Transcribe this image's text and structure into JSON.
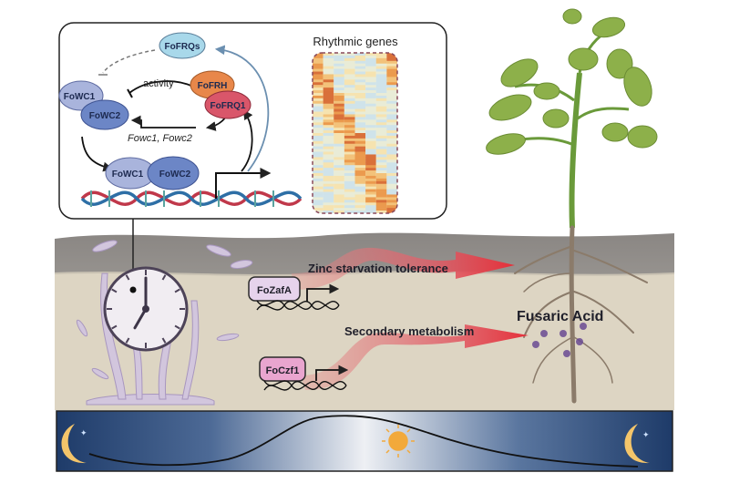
{
  "inset": {
    "proteins": {
      "frqs": "FoFRQs",
      "wc1_top": "FoWC1",
      "wc2_top": "FoWC2",
      "frh": "FoFRH",
      "frq1": "FoFRQ1",
      "wc1_dna": "FoWC1",
      "wc2_dna": "FoWC2"
    },
    "activity_label": "activity",
    "genes_label": "Fowc1, Fowc2",
    "heatmap_title": "Rhythmic genes"
  },
  "soil": {
    "zafA_label": "FoZafA",
    "czf1_label": "FoCzf1",
    "zinc_label": "Zinc starvation tolerance",
    "secondary_label": "Secondary metabolism",
    "fusaric_label": "Fusaric Acid"
  },
  "clock": {
    "hour": 7,
    "minute": 0
  },
  "daynight": {
    "left_icon": "moon-icon",
    "center_icon": "sun-icon",
    "right_icon": "moon-icon"
  },
  "colors": {
    "frqs": "#a8d8ea",
    "frh": "#e8874a",
    "frq1": "#d9566a",
    "wc1": "#a9b4dc",
    "wc2": "#6c86c6",
    "zafA": "#e6d3ec",
    "czf1": "#e9a5cf",
    "arrow": "#e23a44",
    "night": "#1f3d6b",
    "sun": "#f2a93b"
  }
}
